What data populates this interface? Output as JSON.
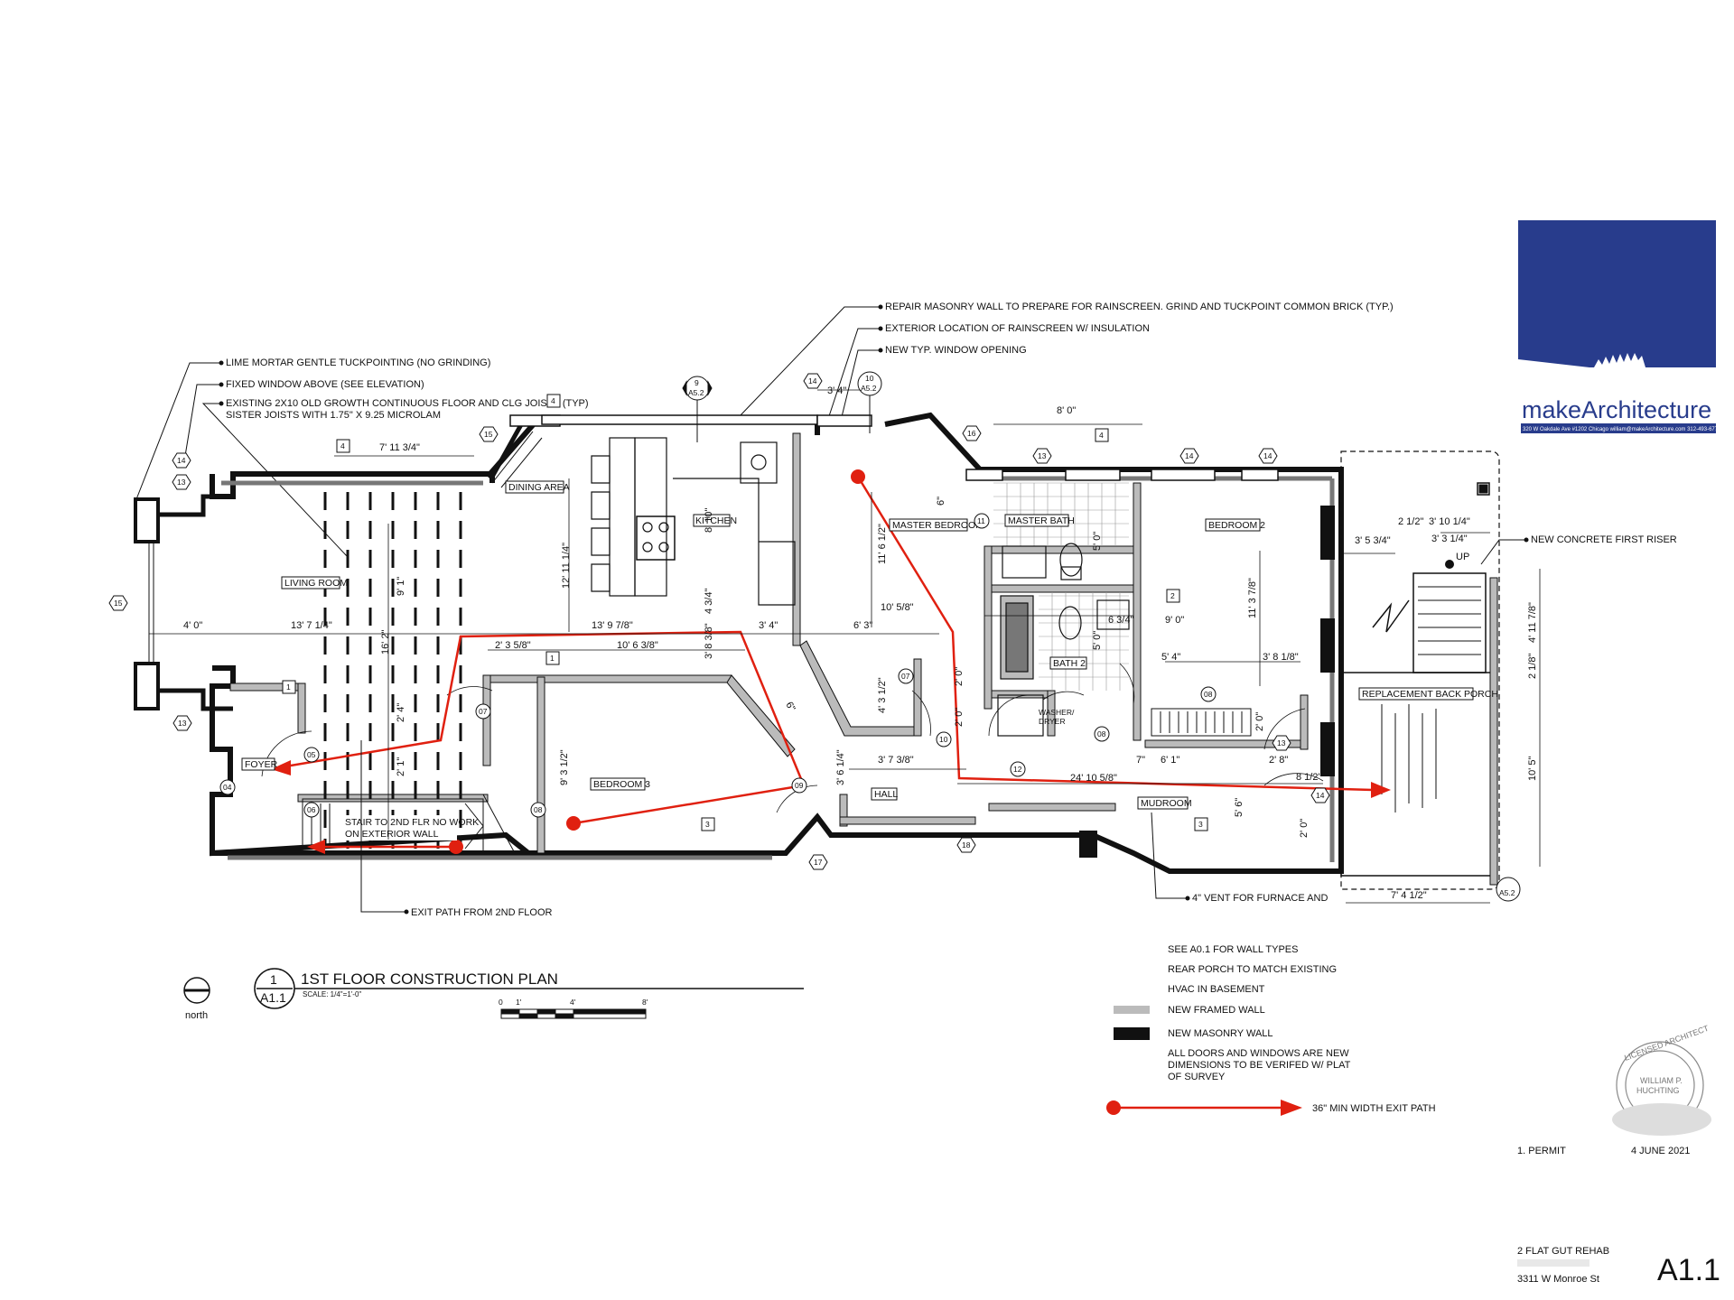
{
  "logo": {
    "brand": "makeArchitecture",
    "address": "320 W Oakdale Ave #1202 Chicago      william@makeArchitecture.com 312-493-6775",
    "navy": "#283c8c"
  },
  "notes": {
    "lime_mortar": "LIME MORTAR GENTLE TUCKPOINTING (NO GRINDING)",
    "fixed_window": "FIXED WINDOW ABOVE (SEE ELEVATION)",
    "joists_1": "EXISTING 2X10 OLD GROWTH CONTINUOUS FLOOR AND CLG JOISTS (TYP)",
    "joists_2": "SISTER JOISTS WITH 1.75\" X 9.25  MICROLAM",
    "repair_masonry": "REPAIR MASONRY WALL TO PREPARE FOR RAINSCREEN. GRIND AND TUCKPOINT COMMON BRICK (TYP.)",
    "exterior_rainscreen": "EXTERIOR LOCATION OF RAINSCREEN W/ INSULATION",
    "new_window": "NEW TYP. WINDOW OPENING",
    "first_riser": "NEW CONCRETE FIRST RISER",
    "exit_2nd": "EXIT PATH FROM 2ND FLOOR",
    "vent": "4\" VENT FOR FURNACE AND",
    "stair_1": "STAIR TO 2ND FLR NO WORK",
    "stair_2": "ON EXTERIOR WALL",
    "up": "UP"
  },
  "rooms": {
    "dining": "DINING AREA",
    "kitchen": "KITCHEN",
    "living": "LIVING ROOM",
    "foyer": "FOYER",
    "bedroom3": "BEDROOM 3",
    "master_bed": "MASTER BEDROOM",
    "master_bath": "MASTER BATH",
    "bath2": "BATH 2",
    "washer_1": "WASHER/",
    "washer_2": "DRYER",
    "hall": "HALL",
    "bedroom2": "BEDROOM 2",
    "mudroom": "MUDROOM",
    "porch": "REPLACEMENT BACK PORCH"
  },
  "dims": {
    "d1": "7' 11 3/4\"",
    "d2": "4' 0\"",
    "d3": "13' 7 1/4\"",
    "d4": "13' 9 7/8\"",
    "d5": "2' 3 5/8\"",
    "d6": "10' 6 3/8\"",
    "d7": "3' 4\"",
    "d8": "6' 3\"",
    "d9": "10' 5/8\"",
    "d10": "8' 0\"",
    "d11": "3' 4\"",
    "d12": "12' 11 1/4\"",
    "d13": "16' 2\"",
    "d14": "9' 1\"",
    "d15": "2' 4\"",
    "d16": "2' 1\"",
    "d17": "11' 6 1/2\"",
    "d18": "6\"",
    "d19": "4' 3 1/2\"",
    "d20": "2' 0\"",
    "d21": "2' 0\"",
    "d22": "3' 6 1/4\"",
    "d23": "3' 7 3/8\"",
    "d24": "24' 10 5/8\"",
    "d25": "9' 3 1/2\"",
    "d26": "3' 8 3/8\"",
    "d27": "4 3/4\"",
    "d28": "8' 10\"",
    "d29": "5' 0\"",
    "d30": "5' 0\"",
    "d31": "6 3/4\"",
    "d32": "9' 0\"",
    "d33": "5' 4\"",
    "d34": "3' 8 1/8\"",
    "d35": "11' 3 7/8\"",
    "d36": "6' 1\"",
    "d37": "2' 8\"",
    "d38": "7\"",
    "d39": "8 1/2\"",
    "d40": "2' 0\"",
    "d41": "5' 6\"",
    "d42": "2' 0\"",
    "d43": "3' 5 3/4\"",
    "d44": "2 1/2\"",
    "d45": "3' 10 1/4\"",
    "d46": "3' 3 1/4\"",
    "d47": "4' 11 7/8\"",
    "d48": "2 1/8\"",
    "d49": "10' 5\"",
    "d50": "7' 4 1/2\"",
    "d51": "6\""
  },
  "tags": {
    "t14a": "14",
    "t13a": "13",
    "t15a": "15",
    "t13b": "13",
    "t15b": "15",
    "t4a": "4",
    "t4b": "4",
    "t14b": "14",
    "t16": "16",
    "t13c": "13",
    "t4c": "4",
    "t14c": "14",
    "t14d": "14",
    "t11": "11",
    "t1a": "1",
    "t1b": "1",
    "t2": "2",
    "t3a": "3",
    "t3b": "3",
    "t05": "05",
    "t04": "04",
    "t06": "06",
    "t07a": "07",
    "t08a": "08",
    "t09": "09",
    "t07b": "07",
    "t10": "10",
    "t12": "12",
    "t08b": "08",
    "t08c": "08",
    "t13d": "13",
    "t14e": "14",
    "t17": "17",
    "t18": "18",
    "s9": "9",
    "s9b": "A5.2",
    "s10": "10",
    "s10b": "A5.2",
    "s_porch": "A5.2"
  },
  "title_block": {
    "title": "1ST FLOOR CONSTRUCTION PLAN",
    "scale": "SCALE: 1/4\"=1'-0\"",
    "detail_num": "1",
    "detail_sheet": "A1.1",
    "north": "north",
    "scale_0": "0",
    "scale_1": "1'",
    "scale_4": "4'",
    "scale_8": "8'"
  },
  "legend": {
    "l1": "SEE A0.1 FOR WALL TYPES",
    "l2": "REAR PORCH TO MATCH EXISTING",
    "l3": "HVAC IN BASEMENT",
    "framed": "NEW FRAMED WALL",
    "masonry": "NEW MASONRY WALL",
    "l4": "ALL DOORS AND WINDOWS ARE NEW",
    "l5": "DIMENSIONS TO BE VERIFED W/ PLAT",
    "l6": "OF SURVEY",
    "exit": "36\" MIN WIDTH EXIT PATH",
    "exit_color": "#e02010"
  },
  "stamp": {
    "line1": "LICENSED ARCHITECT",
    "line2": "WILLIAM P.",
    "line3": "HUCHTING"
  },
  "revision": {
    "label": "1. PERMIT",
    "date": "4 JUNE 2021"
  },
  "project": {
    "name": "2 FLAT GUT REHAB",
    "address": "3311 W Monroe St",
    "sheet": "A1.1"
  }
}
